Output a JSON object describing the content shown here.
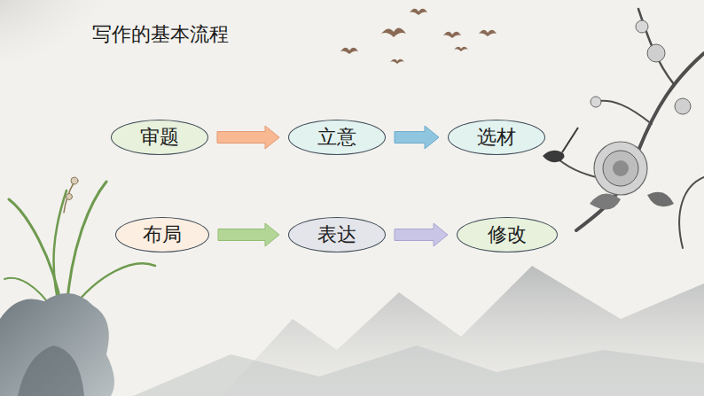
{
  "diagram": {
    "title": "写作的基本流程",
    "nodes": [
      {
        "text": [
          "审题"
        ]
      },
      {
        "text": [
          "立意"
        ]
      },
      {
        "text": [
          "选材"
        ]
      },
      {
        "text": [
          "布局"
        ]
      },
      {
        "text": [
          "表达"
        ]
      },
      {
        "text": [
          "修改"
        ]
      }
    ],
    "edges": [
      {
        "from": 0,
        "to": 1,
        "arrow": "to"
      },
      {
        "from": 1,
        "to": 2,
        "arrow": "to"
      },
      {
        "from": 3,
        "to": 4,
        "arrow": "to"
      },
      {
        "from": 4,
        "to": 5,
        "arrow": "to"
      }
    ]
  }
}
